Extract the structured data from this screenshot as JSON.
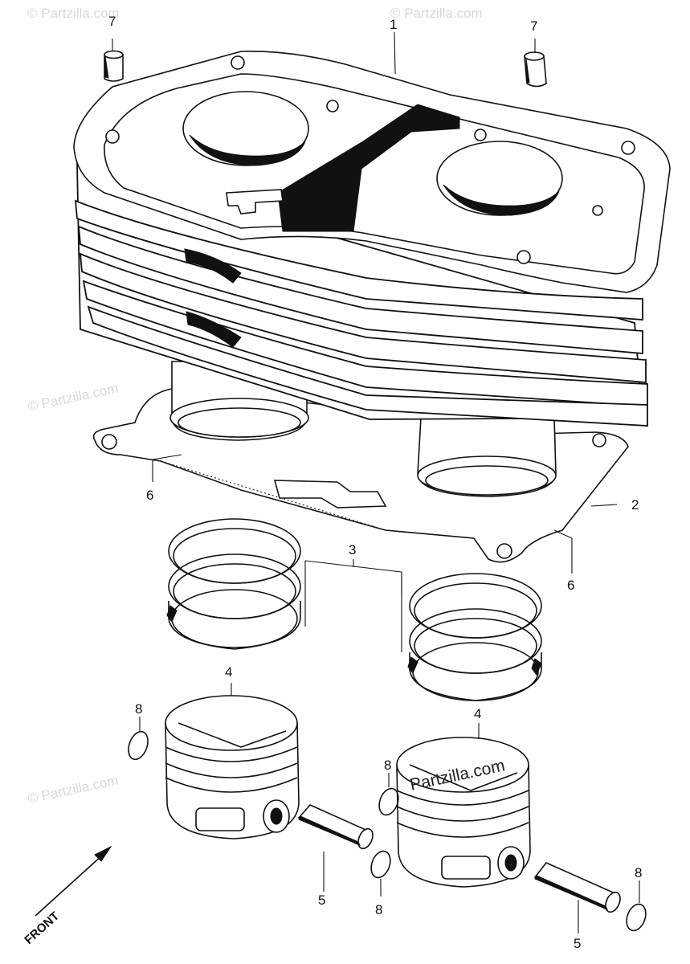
{
  "watermark": {
    "text": "Partzilla.com",
    "symbol": "©",
    "foreground_text": "Partzilla.com"
  },
  "front_marker": {
    "label": "FRONT"
  },
  "callouts": [
    {
      "id": "c1",
      "number": "1"
    },
    {
      "id": "c2",
      "number": "2"
    },
    {
      "id": "c3",
      "number": "3"
    },
    {
      "id": "c4a",
      "number": "4"
    },
    {
      "id": "c4b",
      "number": "4"
    },
    {
      "id": "c5a",
      "number": "5"
    },
    {
      "id": "c5b",
      "number": "5"
    },
    {
      "id": "c6a",
      "number": "6"
    },
    {
      "id": "c6b",
      "number": "6"
    },
    {
      "id": "c7a",
      "number": "7"
    },
    {
      "id": "c7b",
      "number": "7"
    },
    {
      "id": "c8a",
      "number": "8"
    },
    {
      "id": "c8b",
      "number": "8"
    },
    {
      "id": "c8c",
      "number": "8"
    },
    {
      "id": "c8d",
      "number": "8"
    }
  ],
  "colors": {
    "ink": "#111111",
    "background": "#ffffff",
    "watermark": "#d8d8d8"
  }
}
